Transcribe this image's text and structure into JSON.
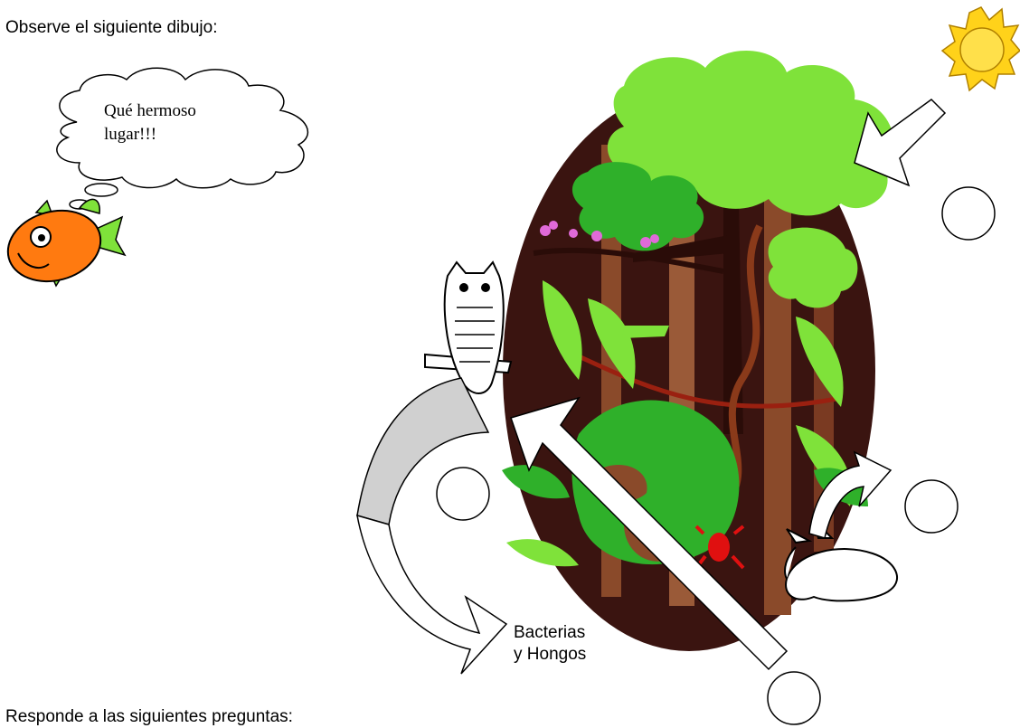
{
  "intro_text": "Observe el siguiente dibujo:",
  "thought_bubble": {
    "line1": "Qué hermoso",
    "line2": "lugar!!!"
  },
  "decomposers_label": {
    "line1": "Bacterias",
    "line2": "y Hongos"
  },
  "footer_text": "Responde a las siguientes preguntas:",
  "colors": {
    "forest_dark": "#3a1410",
    "leaf_bright": "#7fe23a",
    "leaf_mid": "#2fb02a",
    "leaf_dark": "#128a1c",
    "trunk": "#8a4a2a",
    "sun": "#ffd21a",
    "fish": "#ff7a10",
    "frog": "#e01010",
    "flower": "#e06ad8"
  }
}
